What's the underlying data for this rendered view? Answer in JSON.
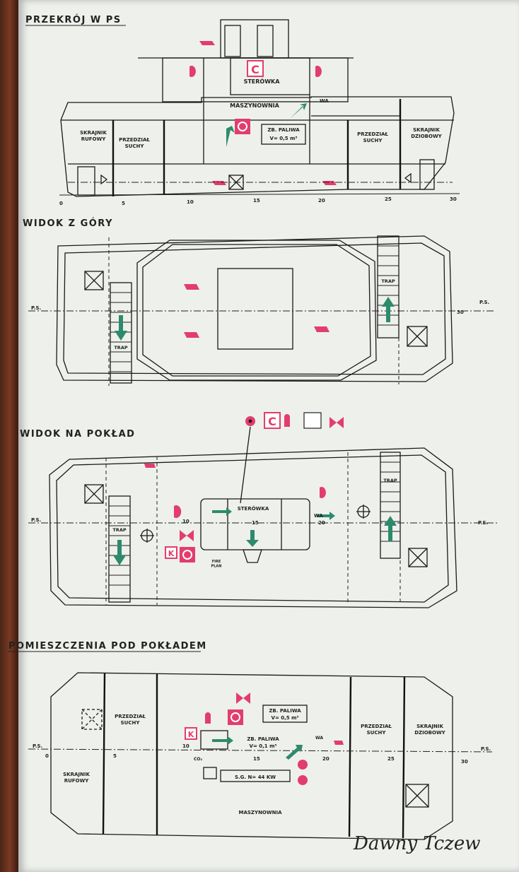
{
  "sections": {
    "przekroj": {
      "title": "PRZEKRÓJ W PS",
      "labels": {
        "sterowka": "STERÓWKA",
        "maszynownia": "MASZYNOWNIA",
        "skrajnik_rufowy": "SKRAJNIK\nRUFOWY",
        "przedzial_suchy_l": "PRZEDZIAŁ\nSUCHY",
        "przedzial_suchy_r": "PRZEDZIAŁ\nSUCHY",
        "skrajnik_dziobowy": "SKRAJNIK\nDZIOBOWY",
        "zb_paliwa": "ZB. PALIWA",
        "zb_vol": "V= 0,5 m³",
        "wa": "WA",
        "c_sign": "C"
      },
      "scale": [
        "0",
        "5",
        "10",
        "15",
        "20",
        "25",
        "30"
      ]
    },
    "widok_gora": {
      "title": "WIDOK Z GÓRY",
      "ps_left": "P.S.",
      "ps_right": "P.S.",
      "trap_left": "TRAP",
      "trap_right": "TRAP",
      "frame_30": "30"
    },
    "widok_poklad": {
      "title": "WIDOK NA POKŁAD",
      "ps_left": "P.S.",
      "ps_right": "P.S.",
      "trap_left": "TRAP",
      "trap_right": "TRAP",
      "sterowka": "STERÓWKA",
      "fire_plan": "FIRE\nPLAN",
      "wa": "WA",
      "n10": "10",
      "n15": "15",
      "n20": "20",
      "c_sign": "C",
      "k_sign": "K"
    },
    "pomieszczenia": {
      "title": "POMIESZCZENIA POD POKŁADEM",
      "ps_left": "P.S.",
      "ps_right": "P.S.",
      "skrajnik_rufowy": "SKRAJNIK\nRUFOWY",
      "przedzial_suchy_l": "PRZEDZIAŁ\nSUCHY",
      "przedzial_suchy_r": "PRZEDZIAŁ\nSUCHY",
      "skrajnik_dziobowy": "SKRAJNIK\nDZIOBOWY",
      "zb_paliwa_top": "ZB. PALIWA",
      "zb_vol_top": "V= 0,5 m³",
      "zb_paliwa_mid": "ZB. PALIWA",
      "zb_vol_mid": "V= 0,1 m³",
      "sg": "S.G. N= 44 KW",
      "maszynownia": "MASZYNOWNIA",
      "wa": "WA",
      "k_sign": "K",
      "co2": "CO₂",
      "scale": [
        "0",
        "5",
        "10",
        "15",
        "20",
        "25",
        "30"
      ]
    }
  },
  "watermark": "Dawny Tczew",
  "colors": {
    "green": "#2e8a6c",
    "pink": "#e23d6e",
    "paper": "#eef0ec"
  }
}
